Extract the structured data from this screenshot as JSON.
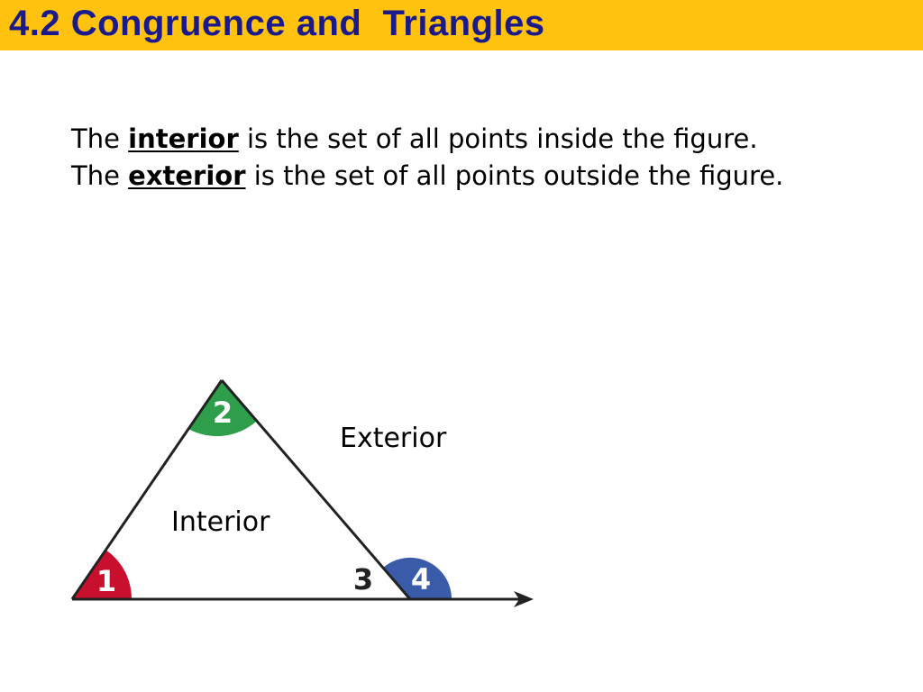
{
  "slide": {
    "title": "4.2 Congruence and  Triangles",
    "colors": {
      "title_bar": "#FFC20E",
      "title_text": "#1A1A8C",
      "angle_1": "#C8102E",
      "angle_2": "#2E9E4A",
      "angle_4": "#3A5BA8"
    }
  },
  "definition": {
    "part1": "The ",
    "term_interior": "interior",
    "part2": " is the set of all points inside the figure. The ",
    "term_exterior": "exterior",
    "part3": " is the set of all points outside the figure."
  },
  "figure": {
    "exterior_label": "Exterior",
    "interior_label": "Interior",
    "angle_labels": {
      "a1": "1",
      "a2": "2",
      "a3": "3",
      "a4": "4"
    }
  }
}
